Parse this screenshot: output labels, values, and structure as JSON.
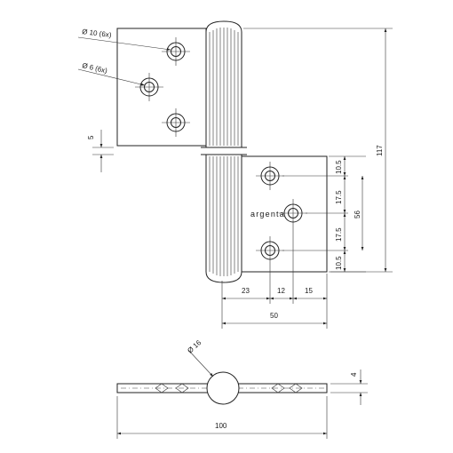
{
  "labels": {
    "hole_large": "Ø 10 (6x)",
    "hole_small": "Ø 6 (6x)",
    "brand": "argenta",
    "pin_diameter": "Ø 16"
  },
  "dimensions": {
    "gap_top": "5",
    "total_height": "117",
    "pitch_top": "10.5",
    "pitch_mid_a": "17.5",
    "pitch_mid_b": "17.5",
    "pitch_bottom": "10.5",
    "hole_span": "56",
    "offset_a": "23",
    "offset_b": "12",
    "offset_c": "15",
    "leaf_width": "50",
    "thickness": "4",
    "overall_width": "100"
  },
  "colors": {
    "line": "#222222",
    "background": "#ffffff"
  }
}
